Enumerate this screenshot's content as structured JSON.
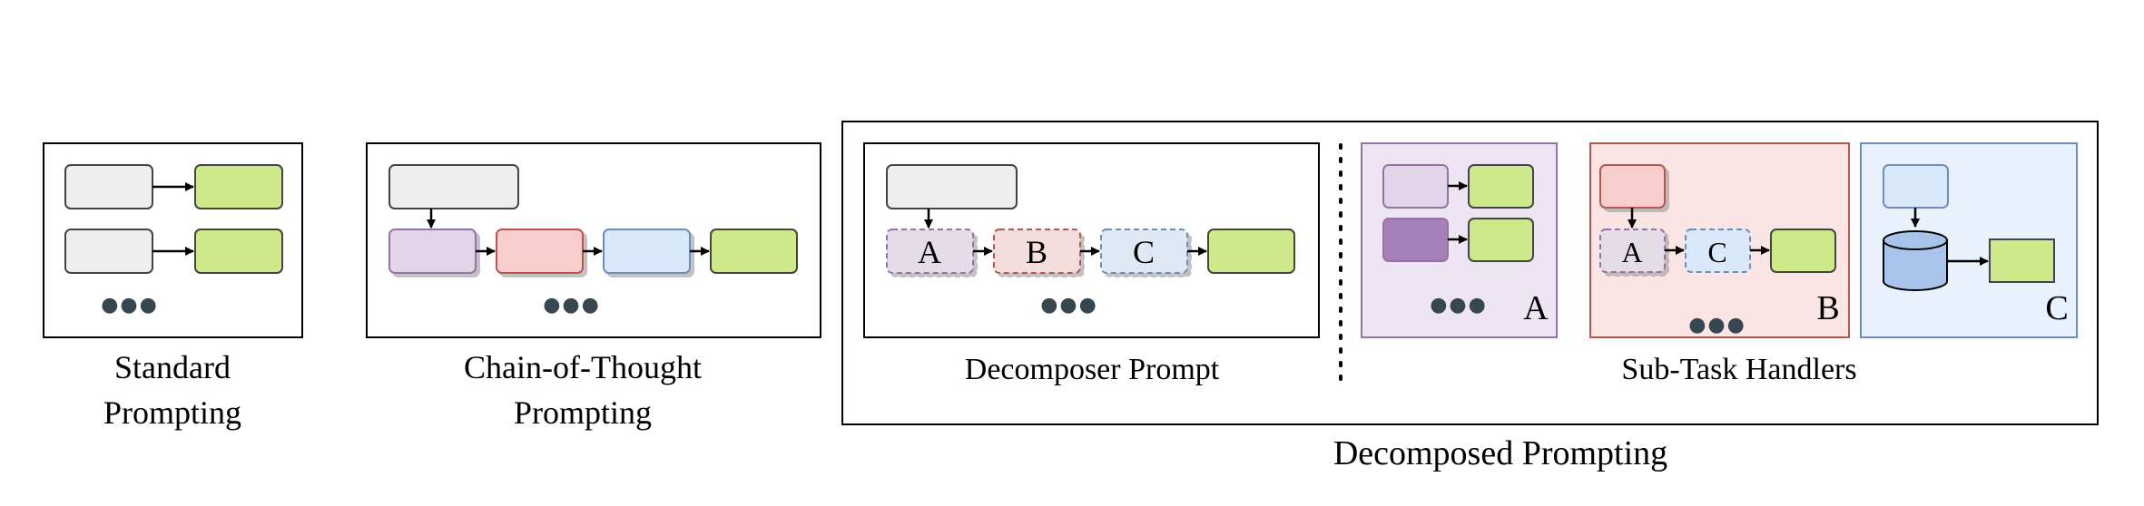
{
  "colors": {
    "gray": "#eeeeee",
    "green": "#cde98a",
    "purple_light": "#e1d5e7",
    "purple_dark": "#a680b8",
    "red": "#f8cecc",
    "blue": "#dae8fc",
    "db_blue": "#a9c4eb",
    "panel_purple": "#ede5f2",
    "panel_red": "#fbe5e4",
    "panel_blue": "#e9f1fc"
  },
  "labels": {
    "standard_line1": "Standard",
    "standard_line2": "Prompting",
    "cot_line1": "Chain-of-Thought",
    "cot_line2": "Prompting",
    "decomposer": "Decomposer Prompt",
    "subtask": "Sub-Task Handlers",
    "decomposed": "Decomposed Prompting"
  },
  "nodes": {
    "step_a": "A",
    "step_b": "B",
    "step_c": "C",
    "handler_a": "A",
    "handler_b": "B",
    "handler_c": "C"
  },
  "ellipsis": "●●●"
}
